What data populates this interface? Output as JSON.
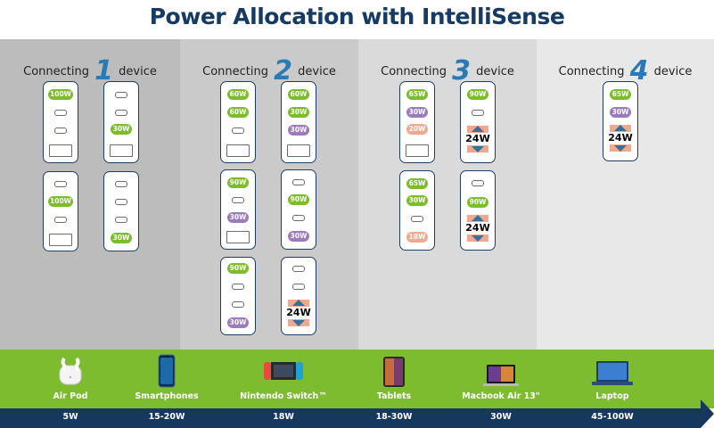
{
  "title": "Power Allocation with IntelliSense",
  "columns": [
    {
      "prefix": "Connecting",
      "num": "1",
      "suffix": "device"
    },
    {
      "prefix": "Connecting",
      "num": "2",
      "suffix": "device"
    },
    {
      "prefix": "Connecting",
      "num": "3",
      "suffix": "device"
    },
    {
      "prefix": "Connecting",
      "num": "4",
      "suffix": "device"
    }
  ],
  "col_colors": [
    "#bcbcbc",
    "#cacaca",
    "#dadada",
    "#e8e8e8"
  ],
  "chargers": {
    "c1a": [
      "100W"
    ],
    "c1b": [
      "30W"
    ],
    "c1c": [
      "100W"
    ],
    "c1d": [
      "30W"
    ],
    "c2a": [
      "60W",
      "60W"
    ],
    "c2b": [
      "60W",
      "30W"
    ],
    "c2c": [
      "90W",
      "30W"
    ],
    "c2d": [
      "90W",
      "30W"
    ],
    "c2e": [
      "90W",
      "30W"
    ],
    "c2f": [
      "24W"
    ],
    "c3a": [
      "65W",
      "30W",
      "20W"
    ],
    "c3b": [
      "90W",
      "24W"
    ],
    "c3c": [
      "65W",
      "30W",
      "18W"
    ],
    "c3d": [
      "90W",
      "24W"
    ],
    "c4a": [
      "65W",
      "30W",
      "24W"
    ]
  },
  "devices": [
    {
      "name": "Air Pod",
      "watt": "5W"
    },
    {
      "name": "Smartphones",
      "watt": "15-20W"
    },
    {
      "name": "Nintendo Switch™",
      "watt": "18W"
    },
    {
      "name": "Tablets",
      "watt": "18-30W"
    },
    {
      "name": "Macbook Air 13\"",
      "watt": "30W"
    },
    {
      "name": "Laptop",
      "watt": "45-100W"
    }
  ]
}
